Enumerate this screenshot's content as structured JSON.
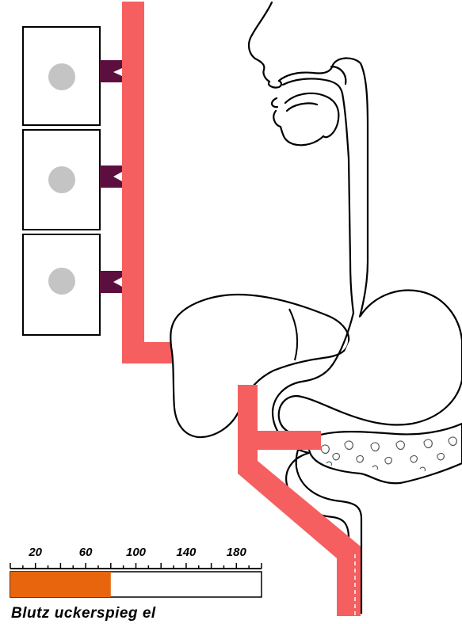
{
  "glucose_scale": {
    "caption": "Blutz uckerspieg el",
    "ticks": [
      "20",
      "60",
      "100",
      "140",
      "180"
    ],
    "tick_values": [
      20,
      60,
      100,
      140,
      180
    ],
    "range": [
      0,
      200
    ],
    "current_level": 80,
    "fill_color": "#e8650e"
  },
  "colors": {
    "vessel": "#f55f5f",
    "receptor": "#5c0f3e",
    "cell_nucleus": "#c4c4c4",
    "outline": "#000000"
  },
  "cells": [
    {
      "name": "cell-1"
    },
    {
      "name": "cell-2"
    },
    {
      "name": "cell-3"
    }
  ]
}
